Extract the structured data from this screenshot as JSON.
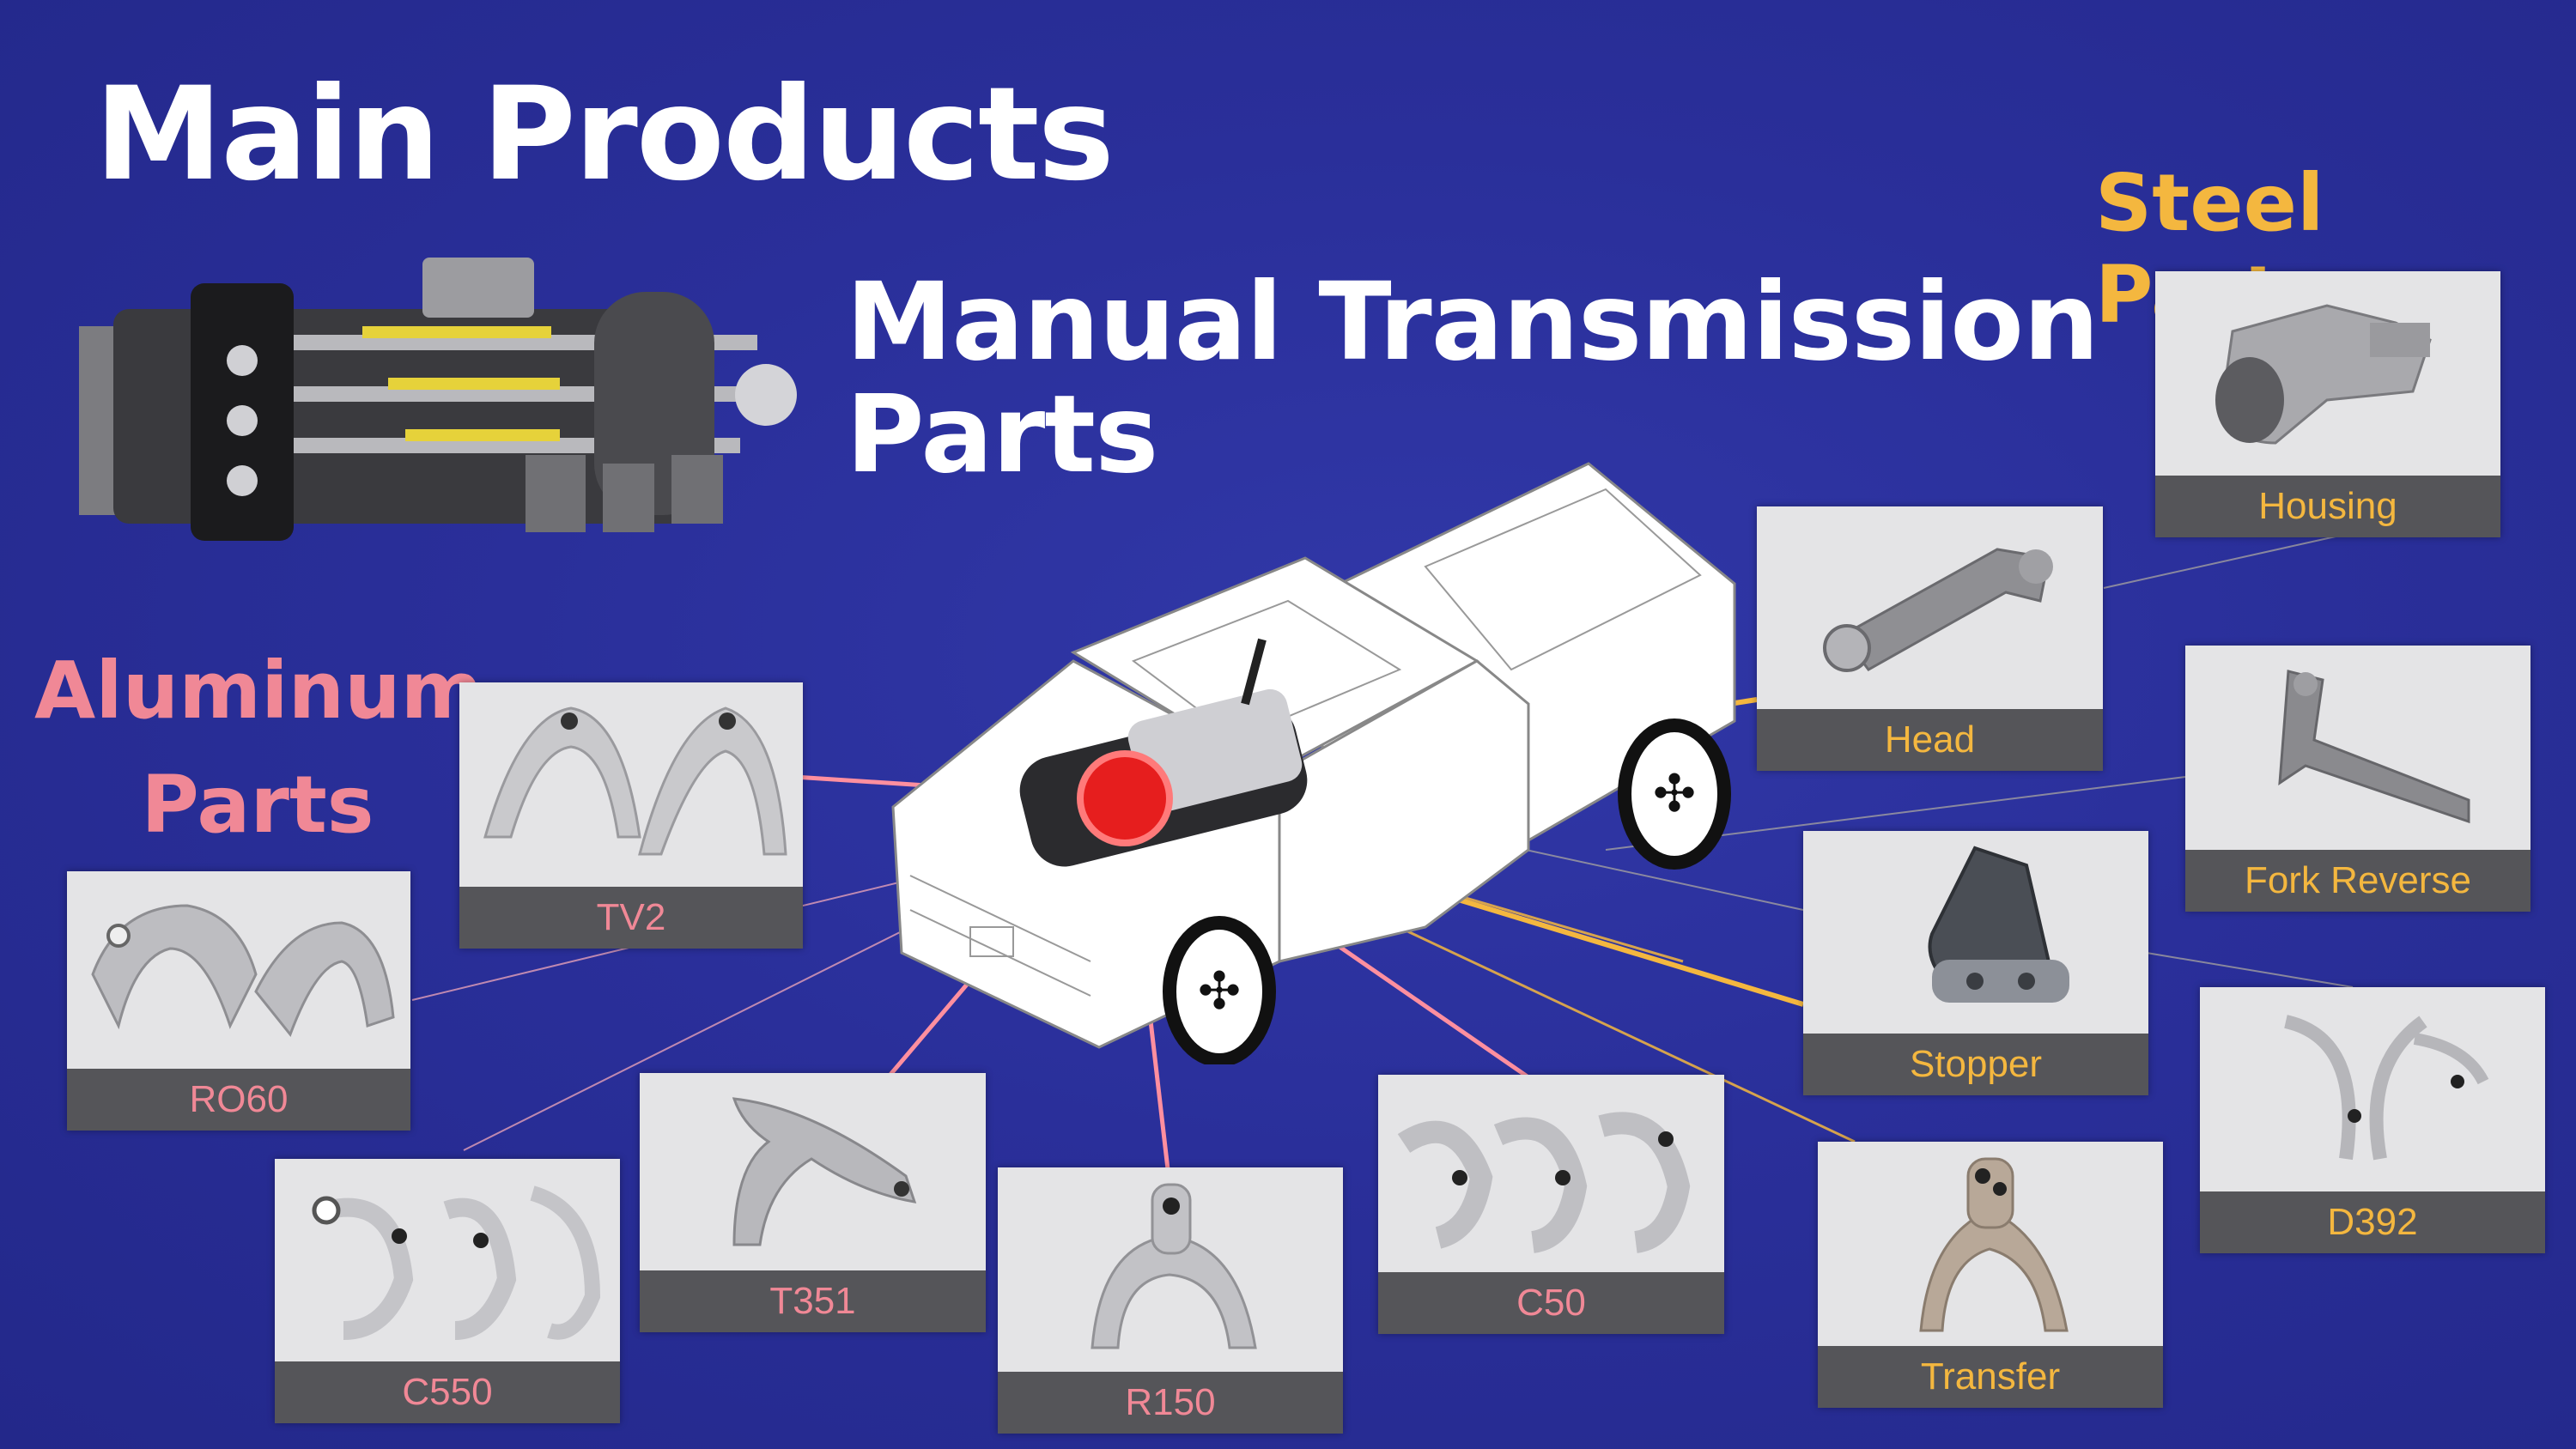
{
  "title": "Main Products",
  "subtitle": {
    "line1": "Manual Transmission",
    "line2": "Parts"
  },
  "categories": {
    "aluminum": {
      "line1": "Aluminum",
      "line2": "Parts"
    },
    "steel": {
      "label": "Steel Parts"
    }
  },
  "parts": {
    "tv2": "TV2",
    "ro60": "RO60",
    "c550": "C550",
    "t351": "T351",
    "r150": "R150",
    "c50": "C50",
    "housing": "Housing",
    "head": "Head",
    "fork_reverse": "Fork Reverse",
    "stopper": "Stopper",
    "d392": "D392",
    "transfer": "Transfer"
  },
  "colors": {
    "background": "#2a2f9a",
    "aluminum": "#f08896",
    "steel": "#f4b73f",
    "hub": "#e61e1e"
  }
}
